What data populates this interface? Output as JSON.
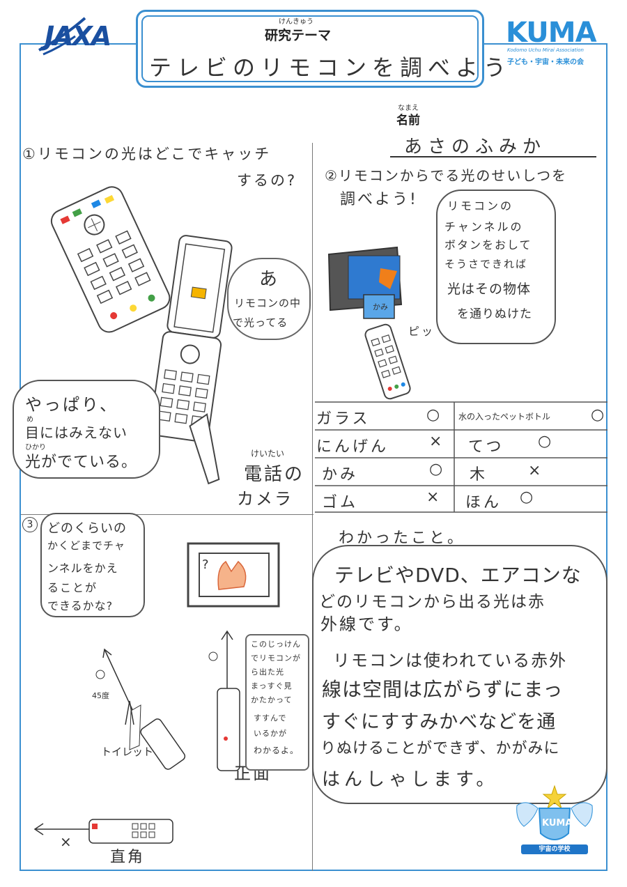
{
  "header": {
    "jaxa_logo": "JAXA",
    "kuma_logo": "KUMA",
    "kuma_sub": "Kodomo Uchu Mirai Association",
    "kuma_tagline": "子ども・宇宙・未来の会",
    "theme_ruby": "けんきゅう",
    "theme_label": "研究テーマ",
    "theme_title": "テレビのリモコンを調べよう",
    "name_ruby": "なまえ",
    "name_label": "名前",
    "name_value": "あさのふみか"
  },
  "section1": {
    "heading": "①リモコンの光はどこでキャッチ",
    "heading2": "するの?",
    "bubble_a_mark": "あ",
    "bubble_a_line1": "リモコンの中",
    "bubble_a_line2": "で光ってる",
    "bubble_b_line1": "やっぱり、",
    "bubble_b_ruby1": "め",
    "bubble_b_line2": "目にはみえない",
    "bubble_b_ruby2": "ひかり",
    "bubble_b_line3": "光がでている。",
    "phone_ruby": "けいたい",
    "phone_line1": "電話の",
    "phone_line2": "カメラ"
  },
  "section2": {
    "heading": "②リモコンからでる光のせいしつを",
    "heading2": "調べよう!",
    "note_line1": "リモコンの",
    "note_line2": "チャンネルの",
    "note_line3": "ボタンをおして",
    "note_line4": "そうさできれば",
    "note_line5": "光はその物体",
    "note_line6": "を通りぬけた",
    "drawing_label": "かみ",
    "drawing_sound": "ピッ",
    "table": [
      {
        "item": "ガラス",
        "result": "○",
        "item2": "水の入ったペットボトル",
        "result2": "○"
      },
      {
        "item": "にんげん",
        "result": "×",
        "item2": "てつ",
        "result2": "○"
      },
      {
        "item": "かみ",
        "result": "○",
        "item2": "木",
        "result2": "×"
      },
      {
        "item": "ゴム",
        "result": "×",
        "item2": "ほん",
        "result2": "○"
      }
    ]
  },
  "section3": {
    "bubble_line1": "どのくらいの",
    "bubble_line2": "かくどまでチャ",
    "bubble_line3": "ンネルをかえ",
    "bubble_line4": "ることが",
    "bubble_line5": "できるかな?",
    "angle_label": "45度",
    "toilet_label": "トイレット",
    "front_label": "正面",
    "right_angle_label": "直角",
    "cross_mark": "×",
    "tv_question": "?",
    "note_line1": "このじっけん",
    "note_line2": "でリモコンが",
    "note_line3": "ら出た光",
    "note_line4": "まっすぐ見",
    "note_line5": "かたかって",
    "note_line6": "すすんで",
    "note_line7": "いるかが",
    "note_line8": "わかるよ。"
  },
  "findings": {
    "heading": "わかったこと。",
    "line1": "テレビやDVD、エアコンな",
    "line2": "どのリモコンから出る光は赤",
    "line3": "外線です。",
    "line4": "リモコンは使われている赤外",
    "line5": "線は空間は広がらずにまっ",
    "line6": "すぐにすすみかべなどを通",
    "line7": "りぬけることができず、かがみに",
    "line8": "はんしゃします。"
  },
  "footer": {
    "emblem_text": "KUMA",
    "school_label": "宇宙の学校"
  },
  "colors": {
    "frame_blue": "#3a8fd0",
    "jaxa_blue": "#1a4fa0",
    "kuma_blue": "#2a8fd8"
  }
}
